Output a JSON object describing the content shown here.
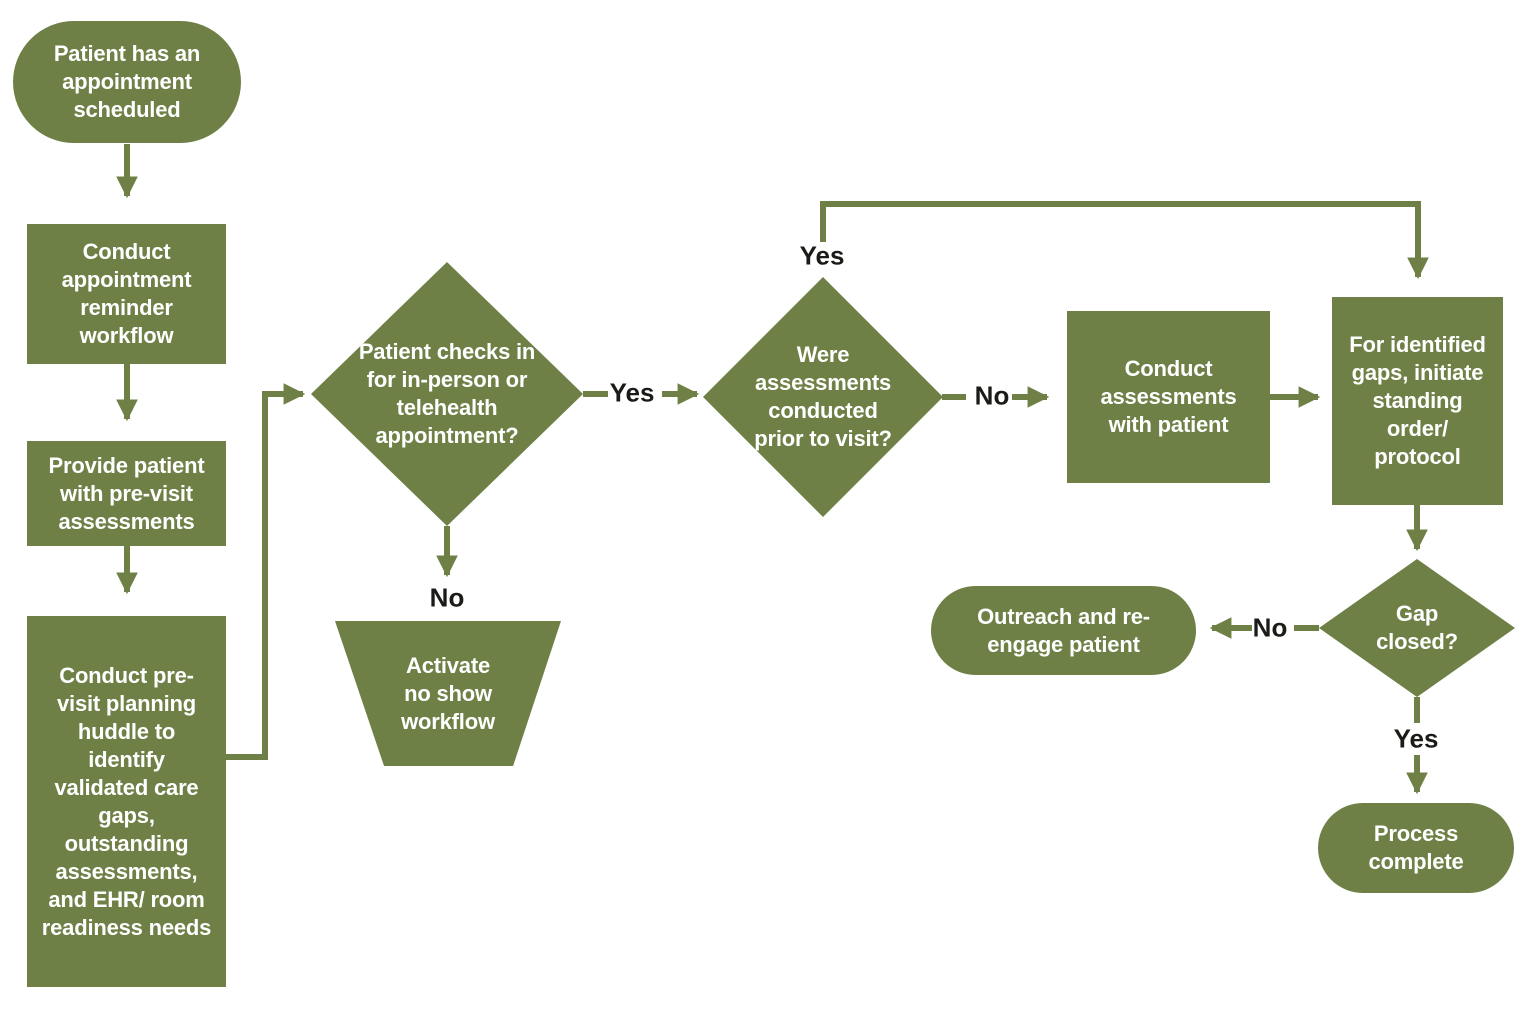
{
  "diagram": {
    "colors": {
      "shape": "#6e8045",
      "node-text": "#ffffff",
      "edge-label": "#1b1b18",
      "bg": "#ffffff"
    },
    "nodes": {
      "start": "Patient has an appointment scheduled",
      "reminder": "Conduct appointment reminder workflow",
      "previsit": "Provide patient with pre-visit assessments",
      "huddle": "Conduct pre-visit planning huddle to identify validated care gaps, outstanding assessments, and EHR/ room readiness needs",
      "checkin": "Patient checks in for in-person or telehealth appointment?",
      "noshow": "Activate no show workflow",
      "prior": "Were assessments conducted prior to visit?",
      "conduct": "Conduct assessments with patient",
      "order": "For identified gaps, initiate standing order/ protocol",
      "gap": "Gap closed?",
      "outreach": "Outreach and re-engage patient",
      "complete": "Process complete"
    },
    "labels": {
      "checkin_yes": "Yes",
      "checkin_no": "No",
      "prior_yes": "Yes",
      "prior_no": "No",
      "gap_no": "No",
      "gap_yes": "Yes"
    }
  }
}
